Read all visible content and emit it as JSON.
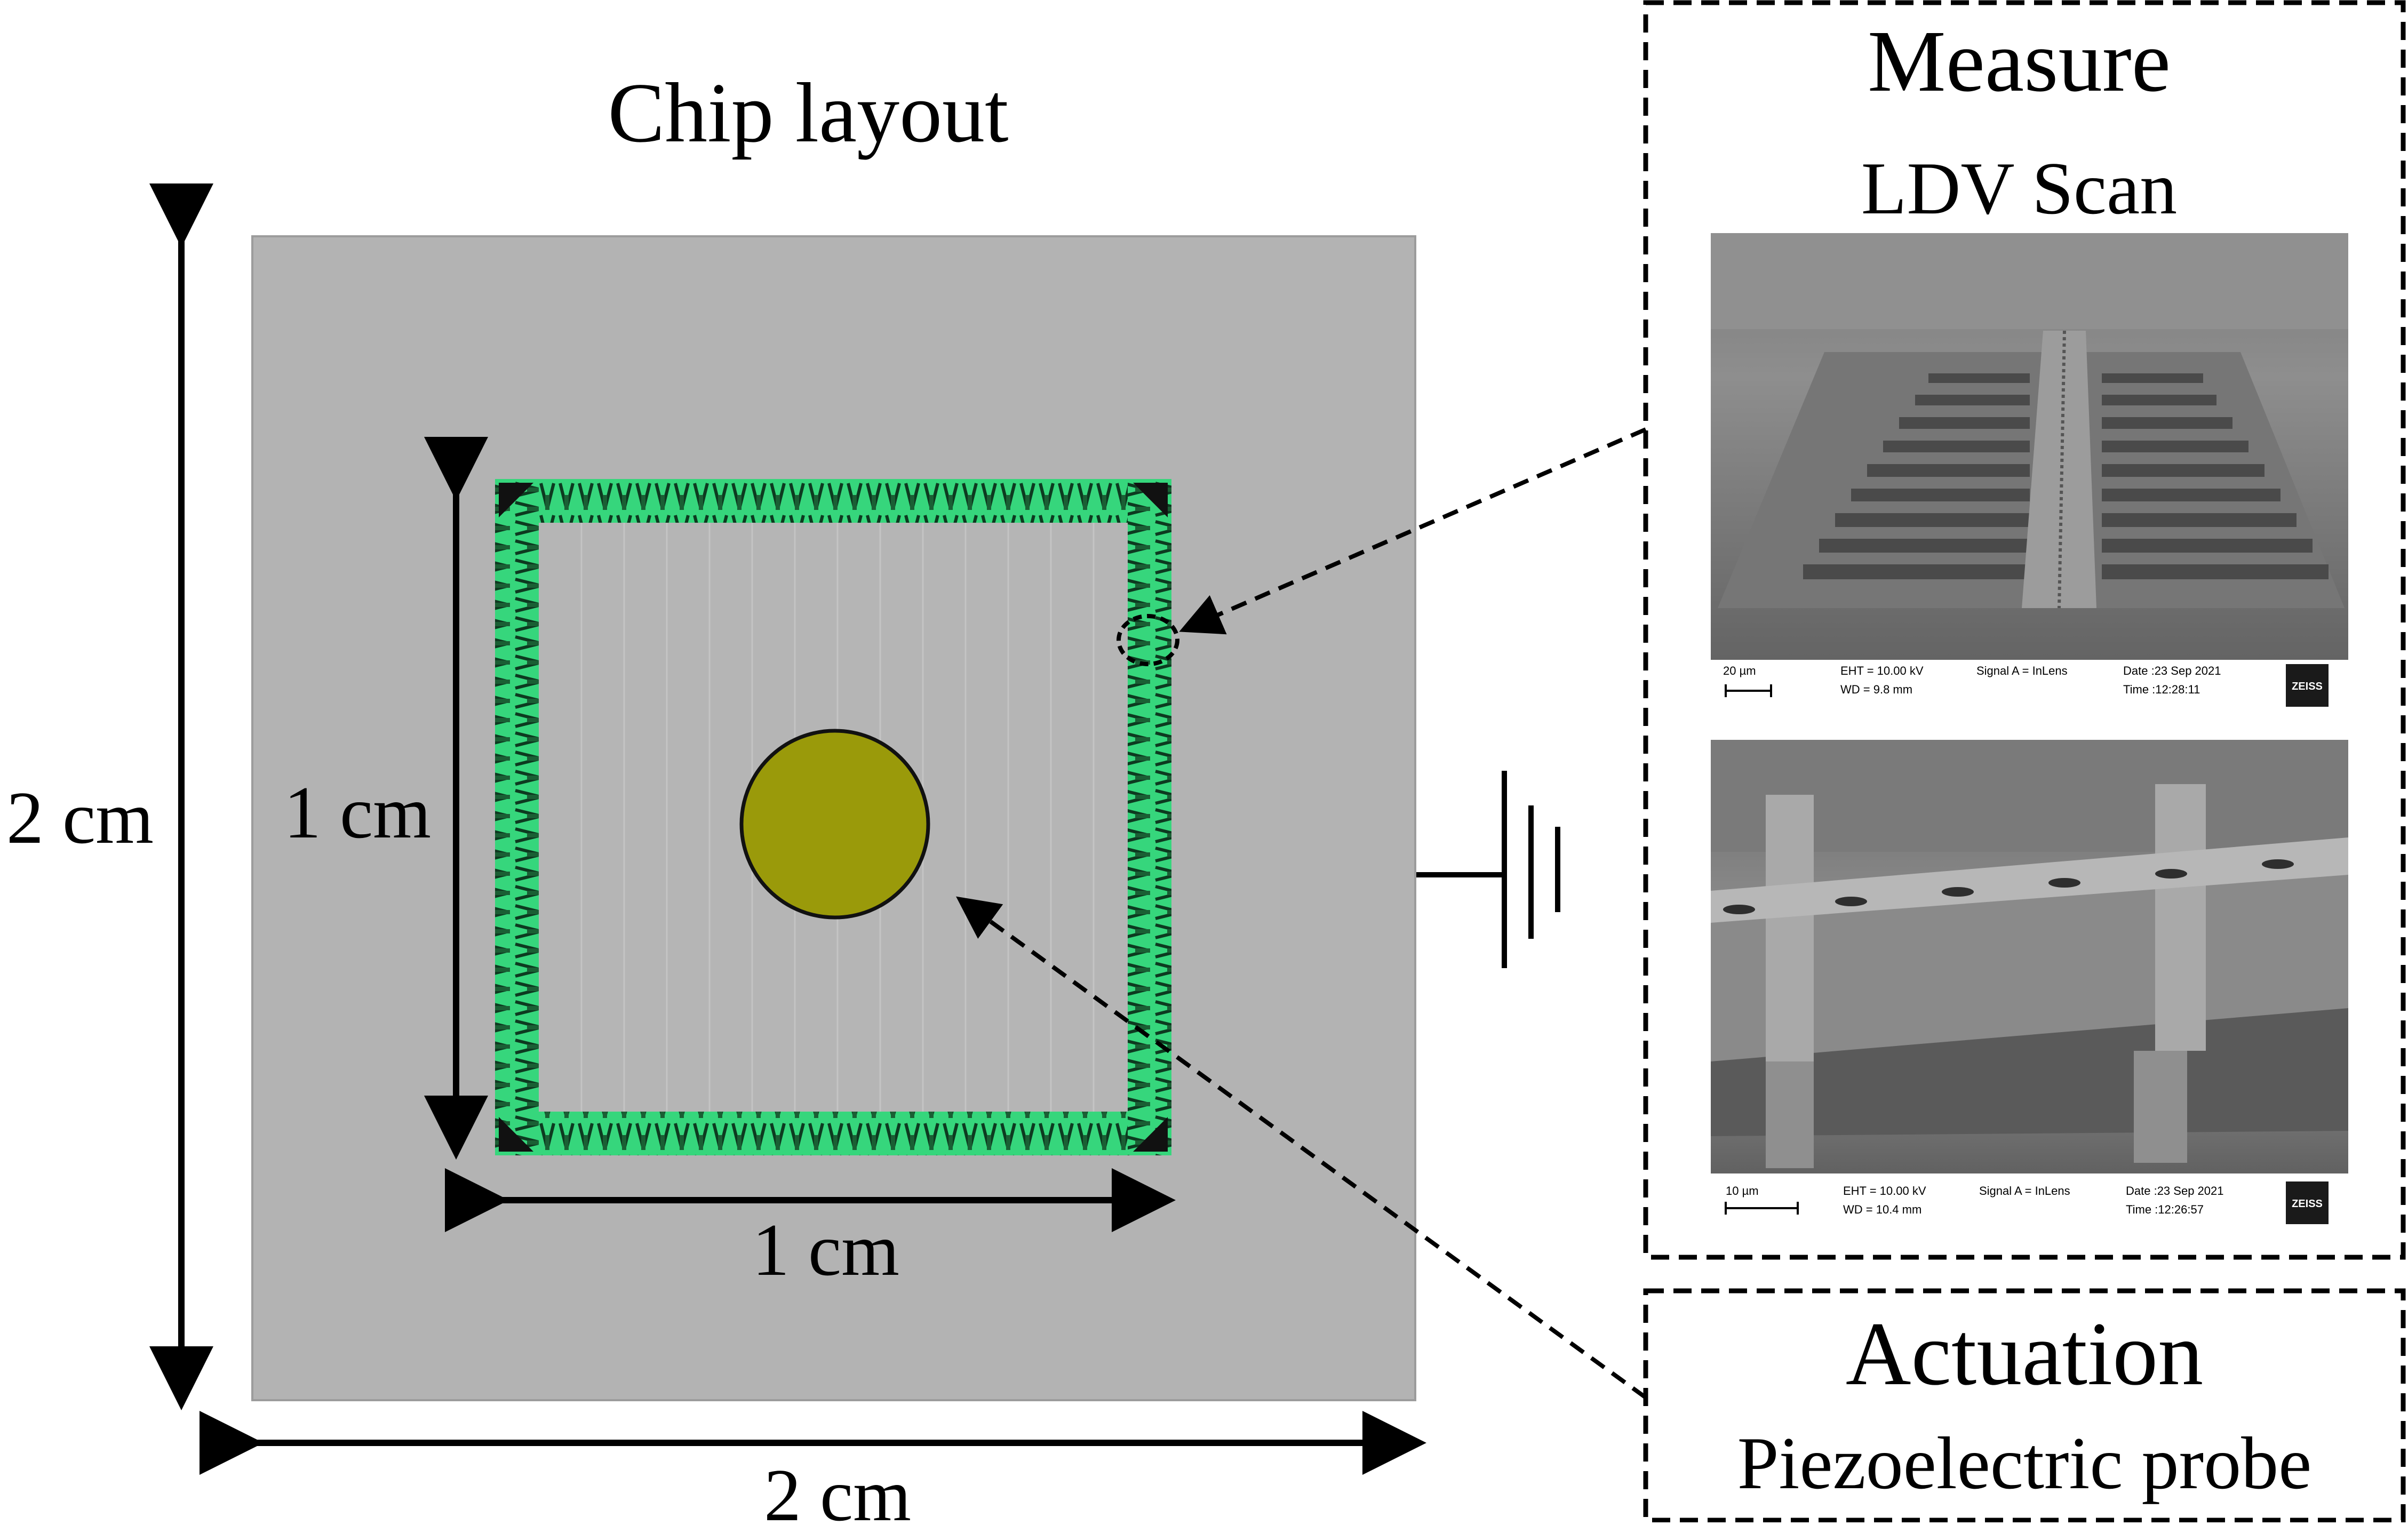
{
  "chip": {
    "title": "Chip layout",
    "outer_size_label_v": "2 cm",
    "outer_size_label_h": "2 cm",
    "inner_size_label_v": "1 cm",
    "inner_size_label_h": "1 cm"
  },
  "measure": {
    "title": "Measure",
    "subtitle": "LDV Scan",
    "sem_top": {
      "scale": "20 µm",
      "eht": "EHT = 10.00 kV",
      "wd": "WD =  9.8 mm",
      "signal": "Signal A = InLens",
      "date": "Date :23 Sep 2021",
      "time": "Time :12:28:11",
      "brand": "ZEISS"
    },
    "sem_bottom": {
      "scale": "10 µm",
      "eht": "EHT = 10.00 kV",
      "wd": "WD = 10.4 mm",
      "signal": "Signal A = InLens",
      "date": "Date :23 Sep 2021",
      "time": "Time :12:26:57",
      "brand": "ZEISS"
    }
  },
  "actuation": {
    "title": "Actuation",
    "subtitle": "Piezoelectric probe"
  },
  "colors": {
    "chip_gray": "#b3b3b3",
    "ring_green": "#3ddc84",
    "probe_olive": "#9a9a0a",
    "sem_dark": "#5a5a5a"
  }
}
